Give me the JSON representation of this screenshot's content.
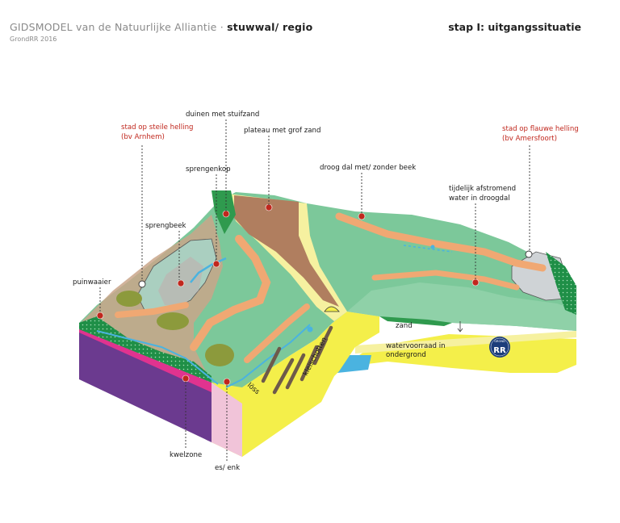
{
  "header": {
    "title": "GIDSMODEL van de Natuurlijke Alliantie",
    "separator": "·",
    "topic": "stuwwal/ regio",
    "credit": "GrondRR 2016",
    "step": "stap I: uitgangssituatie"
  },
  "labels": {
    "duinen": "duinen met stuifzand",
    "stad_steil_1": "stad op steile helling",
    "stad_steil_2": "(bv Arnhem)",
    "plateau": "plateau met grof zand",
    "sprengenkop": "sprengenkop",
    "droog_dal": "droog dal met/ zonder beek",
    "stad_flauw_1": "stad op flauwe helling",
    "stad_flauw_2": "(bv Amersfoort)",
    "tijdelijk_1": "tijdelijk afstromend",
    "tijdelijk_2": "water in droogdal",
    "sprengbeek": "sprengbeek",
    "puinwaaier": "puinwaaier",
    "zand": "zand",
    "watervoorraad_1": "watervoorraad in",
    "watervoorraad_2": "ondergrond",
    "loss": "löss",
    "keileem": "kleischotten",
    "kwelzone": "kwelzone",
    "es_enk": "es/ enk"
  },
  "logo": {
    "top": "GROND",
    "main": "RR"
  },
  "colors": {
    "accent_red": "#c0271d",
    "grass": "#7cc89a",
    "dark_green": "#2f9a4e",
    "plateau_brown": "#b07e5f",
    "sand": "#f4ef4a",
    "pale_yellow": "#f6f1a0",
    "orange_path": "#f0a873",
    "purple_base": "#6b3a8f",
    "magenta": "#e0338f",
    "logo_navy": "#1c3d7a"
  }
}
